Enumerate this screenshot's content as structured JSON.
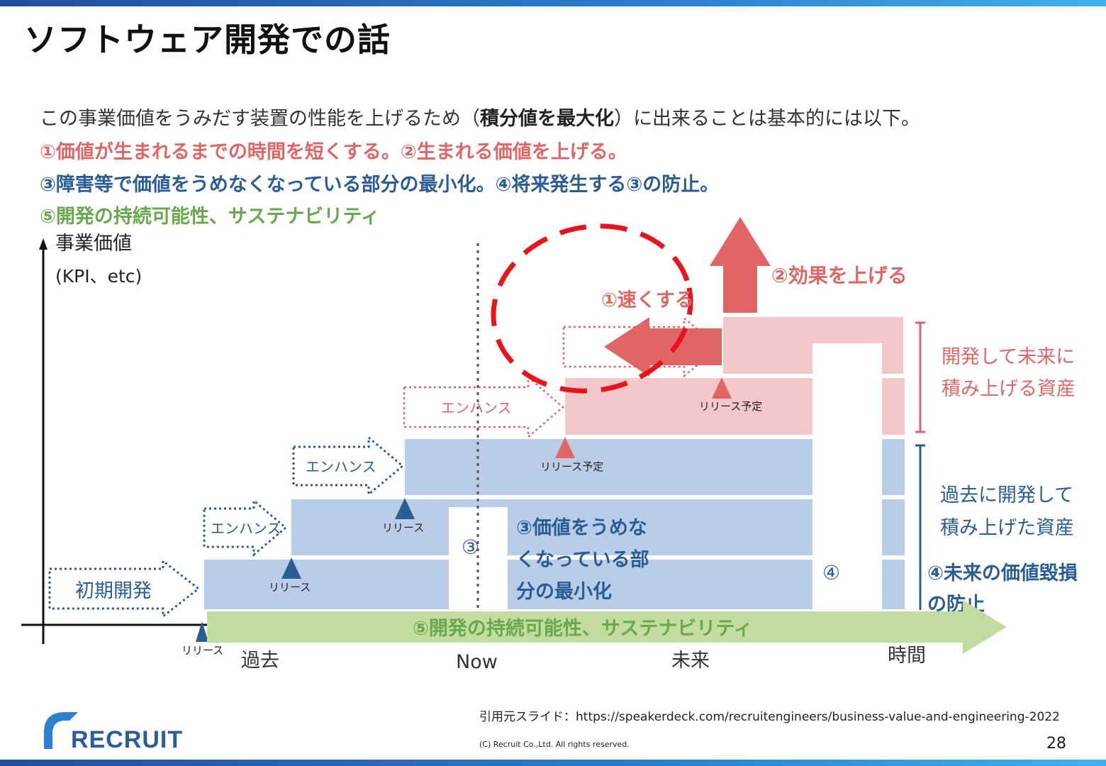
{
  "slide": {
    "title": "ソフトウェア開発での話",
    "intro_pre": "この事業価値をうみだす装置の性能を上げるため（",
    "intro_bold": "積分値を最大化",
    "intro_post": "）に出来ることは基本的には以下。",
    "point_1_2": "①価値が生まれるまでの時間を短くする。②生まれる価値を上げる。",
    "point_3_4": "③障害等で価値をうめなくなっている部分の最小化。④将来発生する③の防止。",
    "point_5": "⑤開発の持続可能性、サステナビリティ",
    "citation_label": "引用元スライド：",
    "citation_url": "https://speakerdeck.com/recruitengineers/business-value-and-engineering-2022",
    "copyright": "(C) Recruit Co.,Ltd. All rights reserved.",
    "page_number": "28",
    "logo_text": "RECRUIT"
  },
  "diagram": {
    "y_axis_label_1": "事業価値",
    "y_axis_label_2": "(KPI、etc)",
    "x_labels": {
      "past": "過去",
      "now": "Now",
      "future": "未来",
      "time": "時間"
    },
    "initial_dev": "初期開発",
    "enhance": "エンハンス",
    "release": "リリース",
    "release_planned": "リリース予定",
    "speed_up": "①速くする",
    "raise_effect": "②効果を上げる",
    "future_assets_1": "開発して未来に",
    "future_assets_2": "積み上げる資産",
    "past_assets_1": "過去に開発して",
    "past_assets_2": "積み上げた資産",
    "minimize_1": "③価値をうめな",
    "minimize_2": "くなっている部",
    "minimize_3": "分の最小化",
    "circle_3": "③",
    "circle_4": "④",
    "prevent_1": "④未来の価値毀損",
    "prevent_2": "の防止",
    "sustainability": "⑤開発の持続可能性、サステナビリティ",
    "colors": {
      "blue_fill": "#b9cde9",
      "pink_fill": "#f3c8c8",
      "red": "#e06666",
      "dark_blue": "#2a5d94",
      "green_fill": "#c2dd9f"
    }
  }
}
